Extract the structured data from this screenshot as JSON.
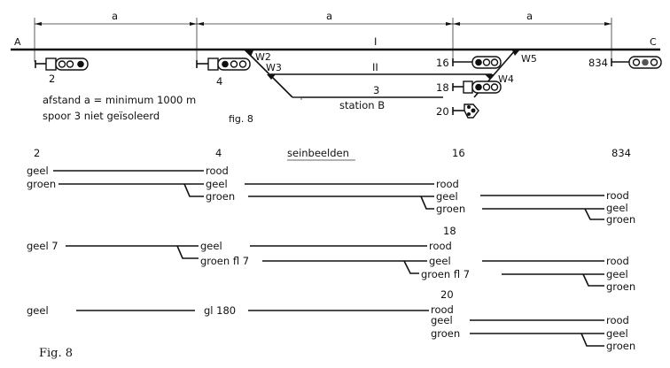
{
  "figure": {
    "dimension_label": "a",
    "endpoints": {
      "left": "A",
      "right": "C"
    },
    "tracks": {
      "track_1": "I",
      "track_2": "II",
      "track_3": "3",
      "station": "station B"
    },
    "switches": [
      "W2",
      "W3",
      "W4",
      "W5"
    ],
    "signals": [
      "2",
      "4",
      "16",
      "18",
      "20",
      "834"
    ],
    "notes": [
      "afstand a = minimum 1000 m",
      "spoor 3 niet geïsoleerd"
    ],
    "fig_label": "fig. 8"
  },
  "aspects": {
    "title": "seinbeelden",
    "columns": [
      "2",
      "4",
      "16",
      "834"
    ],
    "group_18_label": "18",
    "group_20_label": "20",
    "group_16": {
      "s2": [
        "geel",
        "groen"
      ],
      "s4": [
        "rood",
        "geel",
        "groen"
      ],
      "s16": [
        "rood",
        "geel",
        "groen"
      ],
      "s834": [
        "rood",
        "geel",
        "groen"
      ]
    },
    "group_18": {
      "s2": [
        "geel 7"
      ],
      "s4": [
        "geel",
        "groen fl 7"
      ],
      "s18": [
        "rood",
        "geel",
        "groen fl 7"
      ],
      "s834": [
        "rood",
        "geel",
        "groen"
      ]
    },
    "group_20": {
      "s2": [
        "geel"
      ],
      "s4": [
        "gl 180"
      ],
      "s20": [
        "rood",
        "geel",
        "groen"
      ],
      "s834": [
        "rood",
        "geel",
        "groen"
      ]
    }
  },
  "caption": "Fig. 8"
}
